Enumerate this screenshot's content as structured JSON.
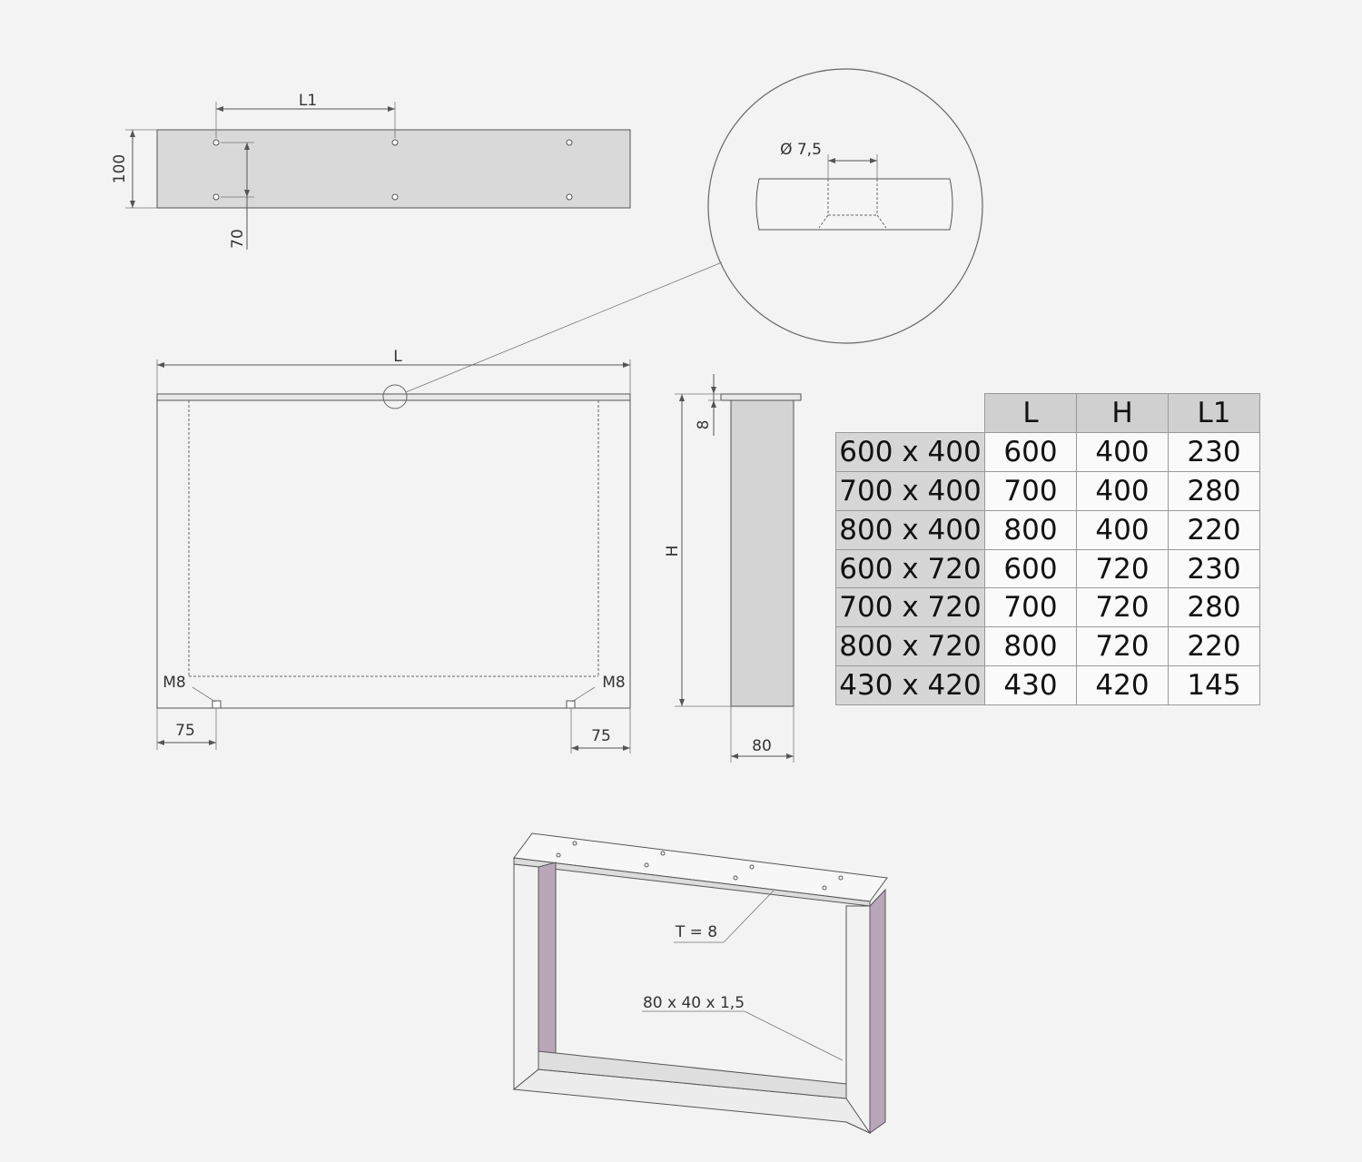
{
  "dimensions": {
    "top_plate": {
      "l1": "L1",
      "width": "100",
      "hole_spacing": "70"
    },
    "detail": {
      "hole_diameter": "Ø 7,5"
    },
    "front": {
      "length": "L",
      "thread_left": "M8",
      "thread_right": "M8",
      "offset_left": "75",
      "offset_right": "75"
    },
    "side": {
      "plate_thickness": "8",
      "height": "H",
      "depth": "80"
    },
    "iso": {
      "thickness_label": "T = 8",
      "profile_label": "80 x 40 x 1,5"
    }
  },
  "table": {
    "headers": [
      "L",
      "H",
      "L1"
    ],
    "rows": [
      {
        "size": "600 x 400",
        "L": "600",
        "H": "400",
        "L1": "230"
      },
      {
        "size": "700 x 400",
        "L": "700",
        "H": "400",
        "L1": "280"
      },
      {
        "size": "800 x 400",
        "L": "800",
        "H": "400",
        "L1": "220"
      },
      {
        "size": "600 x 720",
        "L": "600",
        "H": "720",
        "L1": "230"
      },
      {
        "size": "700 x 720",
        "L": "700",
        "H": "720",
        "L1": "280"
      },
      {
        "size": "800 x 720",
        "L": "800",
        "H": "720",
        "L1": "220"
      },
      {
        "size": "430 x 420",
        "L": "430",
        "H": "420",
        "L1": "145"
      }
    ]
  },
  "colors": {
    "background": "#f3f3f3",
    "plate_fill": "#d9d9d9",
    "tube_fill": "#b9a6b9",
    "table_header": "#d0d0d0"
  }
}
